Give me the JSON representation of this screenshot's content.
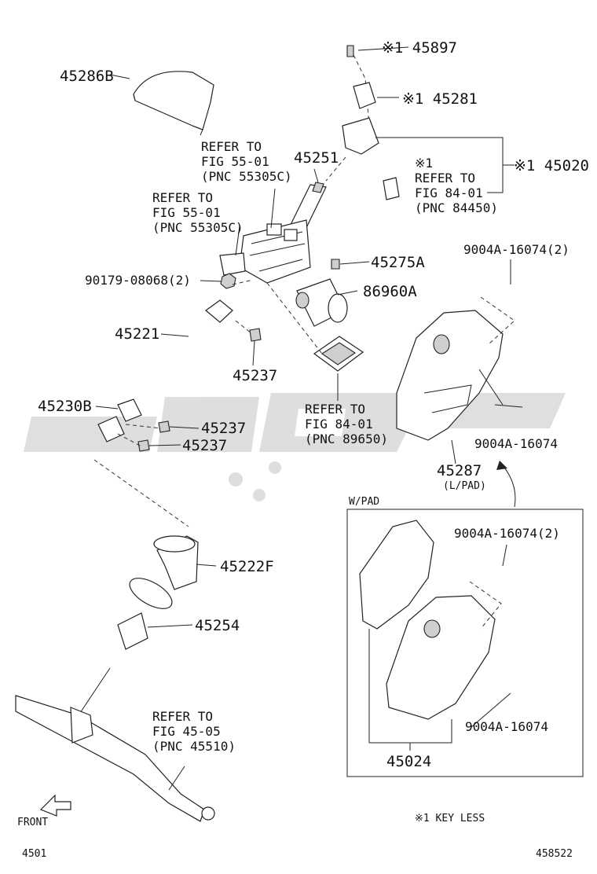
{
  "diagram": {
    "parts": {
      "p45897": "※1 45897",
      "p45281": "※1 45281",
      "p45020": "※1 45020",
      "p45286B": "45286B",
      "p45251": "45251",
      "p45275A": "45275A",
      "p86960A": "86960A",
      "p90179": "90179-08068(2)",
      "p45221": "45221",
      "p45237a": "45237",
      "p45230B": "45230B",
      "p45237b": "45237",
      "p45237c": "45237",
      "p45222F": "45222F",
      "p45254": "45254",
      "p9004a": "9004A-16074(2)",
      "p9004b": "9004A-16074",
      "p45287": "45287",
      "p45287sub": "(L/PAD)",
      "p9004c": "9004A-16074(2)",
      "p9004d": "9004A-16074",
      "p45024": "45024"
    },
    "refs": {
      "ref1": [
        "REFER TO",
        "FIG 55-01",
        "(PNC 55305C)"
      ],
      "ref2": [
        "REFER TO",
        "FIG 55-01",
        "(PNC 55305C)"
      ],
      "ref3": [
        "※1",
        "REFER TO",
        "FIG 84-01",
        "(PNC 84450)"
      ],
      "ref4": [
        "REFER TO",
        "FIG 84-01",
        "(PNC 89650)"
      ],
      "ref5": [
        "REFER TO",
        "FIG 45-05",
        "(PNC 45510)"
      ]
    },
    "wpad": "W/PAD",
    "front": "FRONT",
    "note": "※1 KEY LESS",
    "code_left": "4501",
    "code_right": "458522"
  },
  "colors": {
    "line": "#222222",
    "watermark": "#d9d9d9"
  }
}
